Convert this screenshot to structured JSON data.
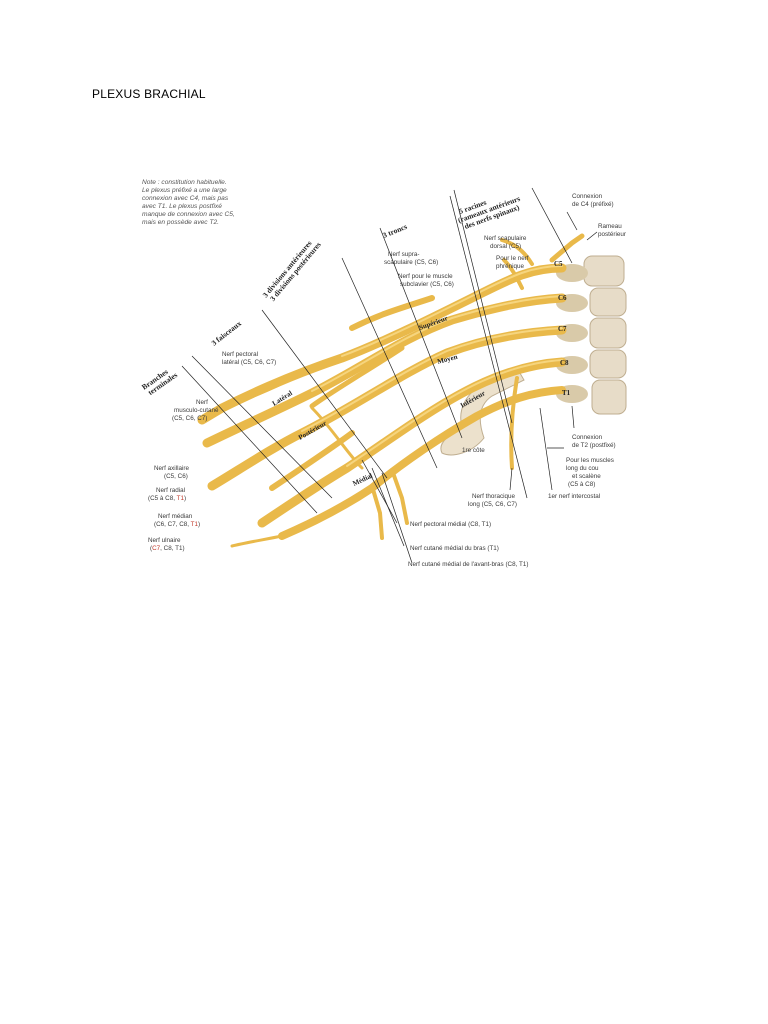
{
  "document": {
    "title": "PLEXUS BRACHIAL"
  },
  "figure": {
    "note_lines": [
      "Note : constitution habituelle.",
      "Le plexus préfixé a une large",
      "connexion avec C4, mais pas",
      "avec T1. Le plexus postfixé",
      "manque de connexion avec C5,",
      "mais en possède avec T2."
    ],
    "headers": {
      "racines": [
        "5 racines",
        "(rameaux antérieurs",
        "des nerfs spinaux)"
      ],
      "troncs": "3 troncs",
      "divisions": [
        "3 divisions antérieures",
        "3 divisions postérieures"
      ],
      "faisceaux": "3 faisceaux",
      "branches": [
        "Branches",
        "terminales"
      ]
    },
    "trunk_labels": [
      "Supérieur",
      "Moyen",
      "Inférieur"
    ],
    "cord_labels": [
      "Latéral",
      "Postérieur",
      "Médial"
    ],
    "vertebra_labels": [
      "C5",
      "C6",
      "C7",
      "C8",
      "T1"
    ],
    "rib_label": "1re côte",
    "labels_right": [
      [
        "Connexion",
        "de C4 (préfixé)"
      ],
      [
        "Rameau",
        "postérieur"
      ],
      [
        "Connexion",
        "de T2 (postfixé)"
      ],
      [
        "Pour les muscles",
        "long du cou",
        "et scalène",
        "(C5 à C8)"
      ]
    ],
    "labels_top": [
      [
        "Nerf scapulaire",
        "dorsal (C5)"
      ],
      [
        "Pour le nerf",
        "phrénique"
      ],
      [
        "Nerf supra-",
        "scapulaire (C5, C6)"
      ],
      [
        "Nerf pour le muscle",
        "subclavier (C5, C6)"
      ],
      [
        "Nerf pectoral",
        "latéral (C5, C6, C7)"
      ]
    ],
    "labels_left": [
      [
        "Nerf",
        "musculo-cutané",
        "(C5, C6, C7)"
      ],
      [
        "Nerf axillaire",
        "(C5, C6)"
      ],
      [
        "Nerf radial",
        "(C5 à C8, ",
        "T1",
        ")"
      ],
      [
        "Nerf médian",
        "(C6, C7, C8, ",
        "T1",
        ")"
      ],
      [
        "Nerf ulnaire",
        "(",
        "C7",
        ", C8, T1)"
      ]
    ],
    "labels_bottom": [
      [
        "Nerf thoracique",
        "long (C5, C6, C7)"
      ],
      "1er nerf intercostal",
      "Nerf pectoral médial (C8, T1)",
      "Nerf cutané médial du bras (T1)",
      "Nerf cutané médial de l'avant-bras (C8, T1)"
    ]
  }
}
